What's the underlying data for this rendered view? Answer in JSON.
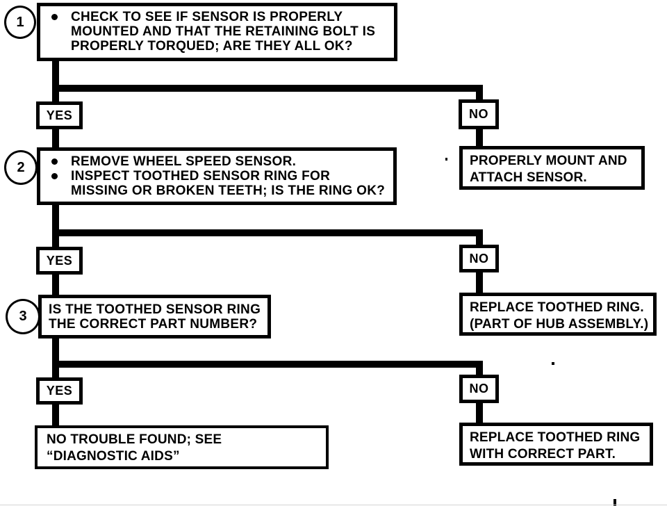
{
  "page": {
    "background_color": "#ffffff",
    "ink_color": "#000000"
  },
  "flowchart": {
    "steps": [
      {
        "number": "1",
        "question_bullets": [
          {
            "lines": [
              "CHECK TO SEE IF SENSOR IS PROPERLY",
              "MOUNTED AND THAT THE RETAINING BOLT IS",
              "PROPERLY TORQUED; ARE THEY ALL OK?"
            ]
          }
        ],
        "yes_label": "YES",
        "no_label": "NO",
        "no_action": {
          "lines": [
            "PROPERLY MOUNT AND",
            "ATTACH SENSOR."
          ]
        }
      },
      {
        "number": "2",
        "question_bullets": [
          {
            "lines": [
              "REMOVE WHEEL SPEED SENSOR."
            ]
          },
          {
            "lines": [
              "INSPECT TOOTHED SENSOR RING FOR",
              "MISSING OR BROKEN TEETH; IS THE RING OK?"
            ]
          }
        ],
        "yes_label": "YES",
        "no_label": "NO",
        "no_action": {
          "lines": [
            "REPLACE TOOTHED RING.",
            "(PART OF HUB ASSEMBLY.)"
          ]
        }
      },
      {
        "number": "3",
        "question_lines": [
          "IS THE TOOTHED SENSOR RING",
          "THE CORRECT PART NUMBER?"
        ],
        "yes_label": "YES",
        "no_label": "NO",
        "yes_action": {
          "lines": [
            "NO TROUBLE FOUND; SEE",
            "“DIAGNOSTIC AIDS”"
          ]
        },
        "no_action": {
          "lines": [
            "REPLACE TOOTHED RING",
            "WITH CORRECT PART."
          ]
        }
      }
    ]
  }
}
